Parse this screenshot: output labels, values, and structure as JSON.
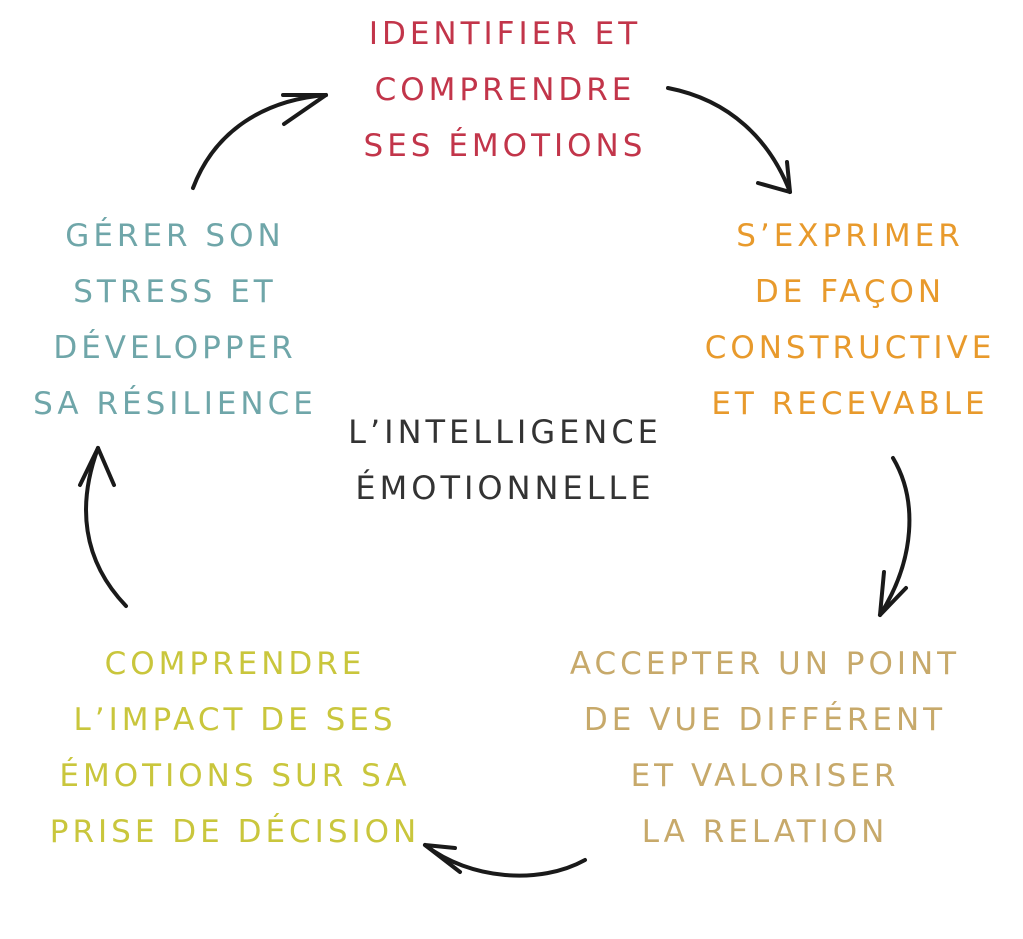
{
  "diagram": {
    "center": {
      "lines": [
        "L’INTELLIGENCE",
        "ÉMOTIONNELLE"
      ]
    },
    "nodes": [
      {
        "id": "identify",
        "lines": [
          "IDENTIFIER ET",
          "COMPRENDRE",
          "SES ÉMOTIONS"
        ],
        "color": "#c2354a"
      },
      {
        "id": "express",
        "lines": [
          "S’EXPRIMER",
          "DE FAÇON",
          "CONSTRUCTIVE",
          "ET RECEVABLE"
        ],
        "color": "#e89a2c"
      },
      {
        "id": "accept",
        "lines": [
          "ACCEPTER UN POINT",
          "DE VUE DIFFÉRENT",
          "ET VALORISER",
          "LA RELATION"
        ],
        "color": "#c7a96a"
      },
      {
        "id": "impact",
        "lines": [
          "COMPRENDRE",
          "L’IMPACT DE SES",
          "ÉMOTIONS SUR SA",
          "PRISE DE DÉCISION"
        ],
        "color": "#c9c63c"
      },
      {
        "id": "stress",
        "lines": [
          "GÉRER SON",
          "STRESS ET",
          "DÉVELOPPER",
          "SA RÉSILIENCE"
        ],
        "color": "#6fa6a9"
      }
    ],
    "arrow_color": "#1a1a1a",
    "flow": "clockwise"
  }
}
